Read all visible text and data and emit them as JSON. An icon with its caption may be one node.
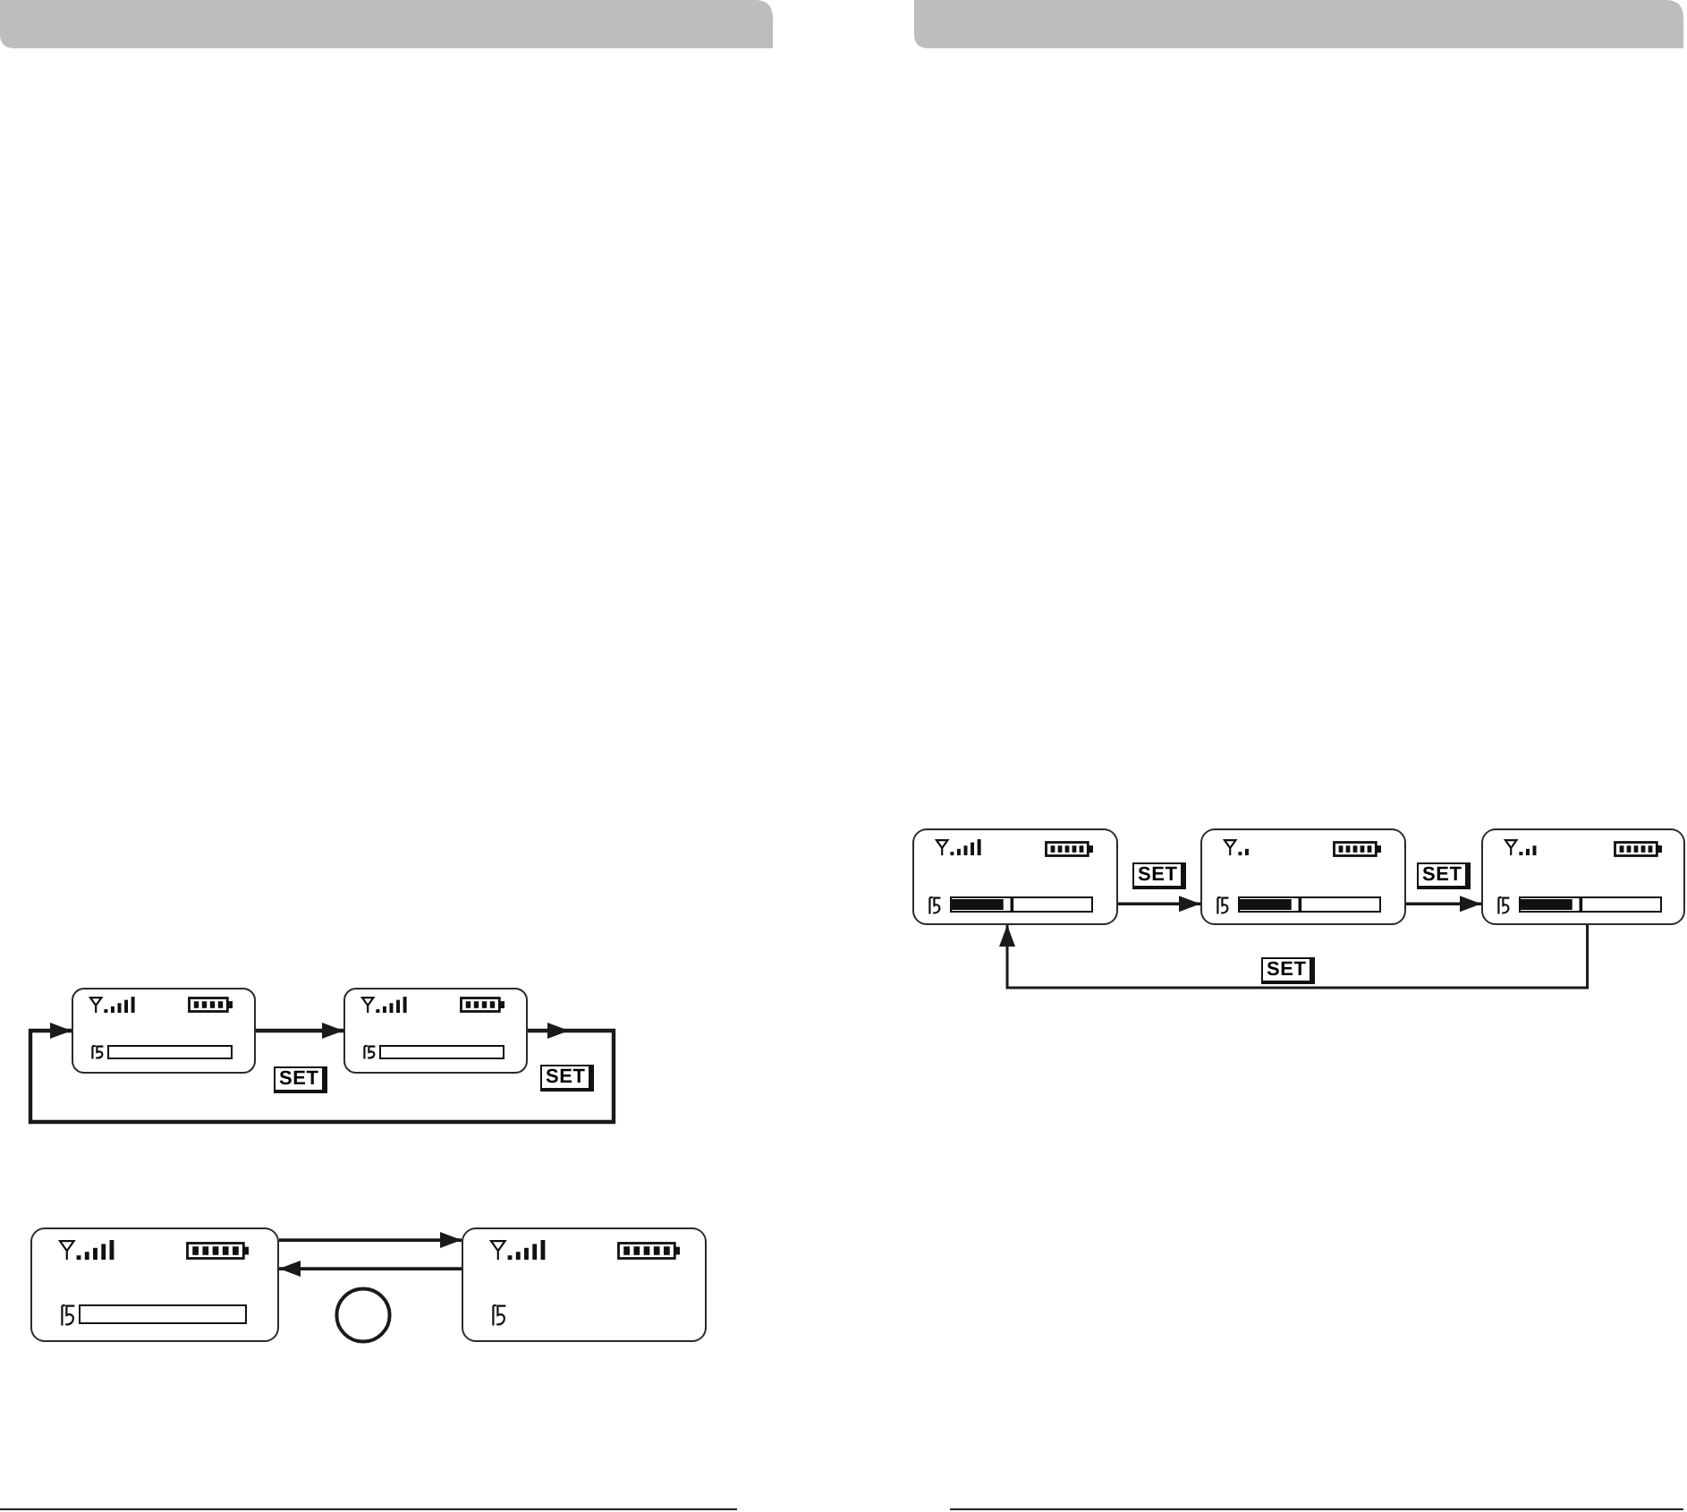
{
  "diagram": {
    "nodes": [
      {
        "text": [],
        "shape": "box"
      },
      {
        "text": [],
        "shape": "box"
      },
      {
        "text": [],
        "shape": "box"
      },
      {
        "text": [],
        "shape": "circle"
      },
      {
        "text": [],
        "shape": "box"
      },
      {
        "text": [],
        "shape": "box"
      },
      {
        "text": [],
        "shape": "box"
      },
      {
        "text": [],
        "shape": "box"
      }
    ],
    "edges": [
      {
        "from": 0,
        "to": 1,
        "arrow": "to",
        "label": "SET"
      },
      {
        "from": 1,
        "to": 0,
        "arrow": "to",
        "label": "SET"
      },
      {
        "from": 2,
        "to": 4,
        "arrow": "to"
      },
      {
        "from": 4,
        "to": 2,
        "arrow": "to"
      },
      {
        "from": 5,
        "to": 6,
        "arrow": "to",
        "label": "SET"
      },
      {
        "from": 6,
        "to": 7,
        "arrow": "to",
        "label": "SET"
      },
      {
        "from": 7,
        "to": 5,
        "arrow": "to",
        "label": "SET"
      }
    ]
  }
}
